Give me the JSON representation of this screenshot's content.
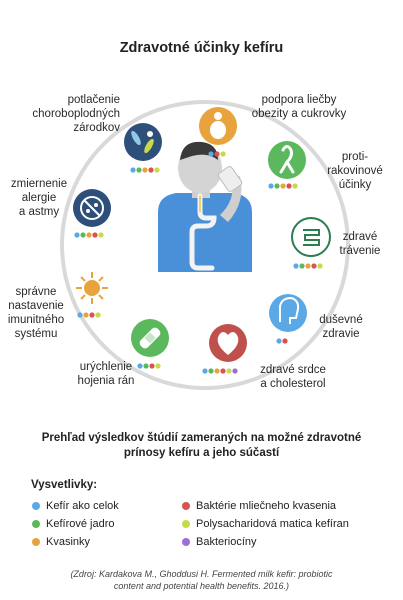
{
  "title": "Zdravotné účinky kefíru",
  "benefits": {
    "antimicrobial": [
      "potlačenie",
      "choroboplodných",
      "zárodkov"
    ],
    "obesity": [
      "podpora liečby",
      "obezity a cukrovky"
    ],
    "anticancer": [
      "proti-",
      "rakovinové",
      "účinky"
    ],
    "allergy": [
      "zmiernenie",
      "alergie",
      "a astmy"
    ],
    "digestion": [
      "zdravé",
      "trávenie"
    ],
    "immune": [
      "správne",
      "nastavenie",
      "imunitného",
      "systému"
    ],
    "mental": [
      "duševné",
      "zdravie"
    ],
    "wound": [
      "urýchlenie",
      "hojenia rán"
    ],
    "heart": [
      "zdravé srdce",
      "a cholesterol"
    ]
  },
  "summary": [
    "Prehľad výsledkov štúdií zameraných na možné zdravotné",
    "prínosy kefíru a jeho súčastí"
  ],
  "legend": {
    "title": "Vysvetlivky:",
    "items": [
      {
        "label": "Kefír ako celok",
        "color": "#5aa9e6"
      },
      {
        "label": "Kefírové jadro",
        "color": "#5cb85c"
      },
      {
        "label": "Kvasinky",
        "color": "#e8a33d"
      },
      {
        "label": "Baktérie mliečneho kvasenia",
        "color": "#d9534f"
      },
      {
        "label": "Polysacharidová matica kefíran",
        "color": "#c8d94a"
      },
      {
        "label": "Bakteriocíny",
        "color": "#9b6fd6"
      }
    ]
  },
  "source": [
    "(Zdroj: Kardakova M., Ghoddusi H. Fermented milk kefir: probiotic",
    "content and potential health benefits. 2016.)"
  ],
  "colors": {
    "ring": "#d9d9d9",
    "body_blue": "#4a90d9",
    "face": "#d4d4d4"
  }
}
